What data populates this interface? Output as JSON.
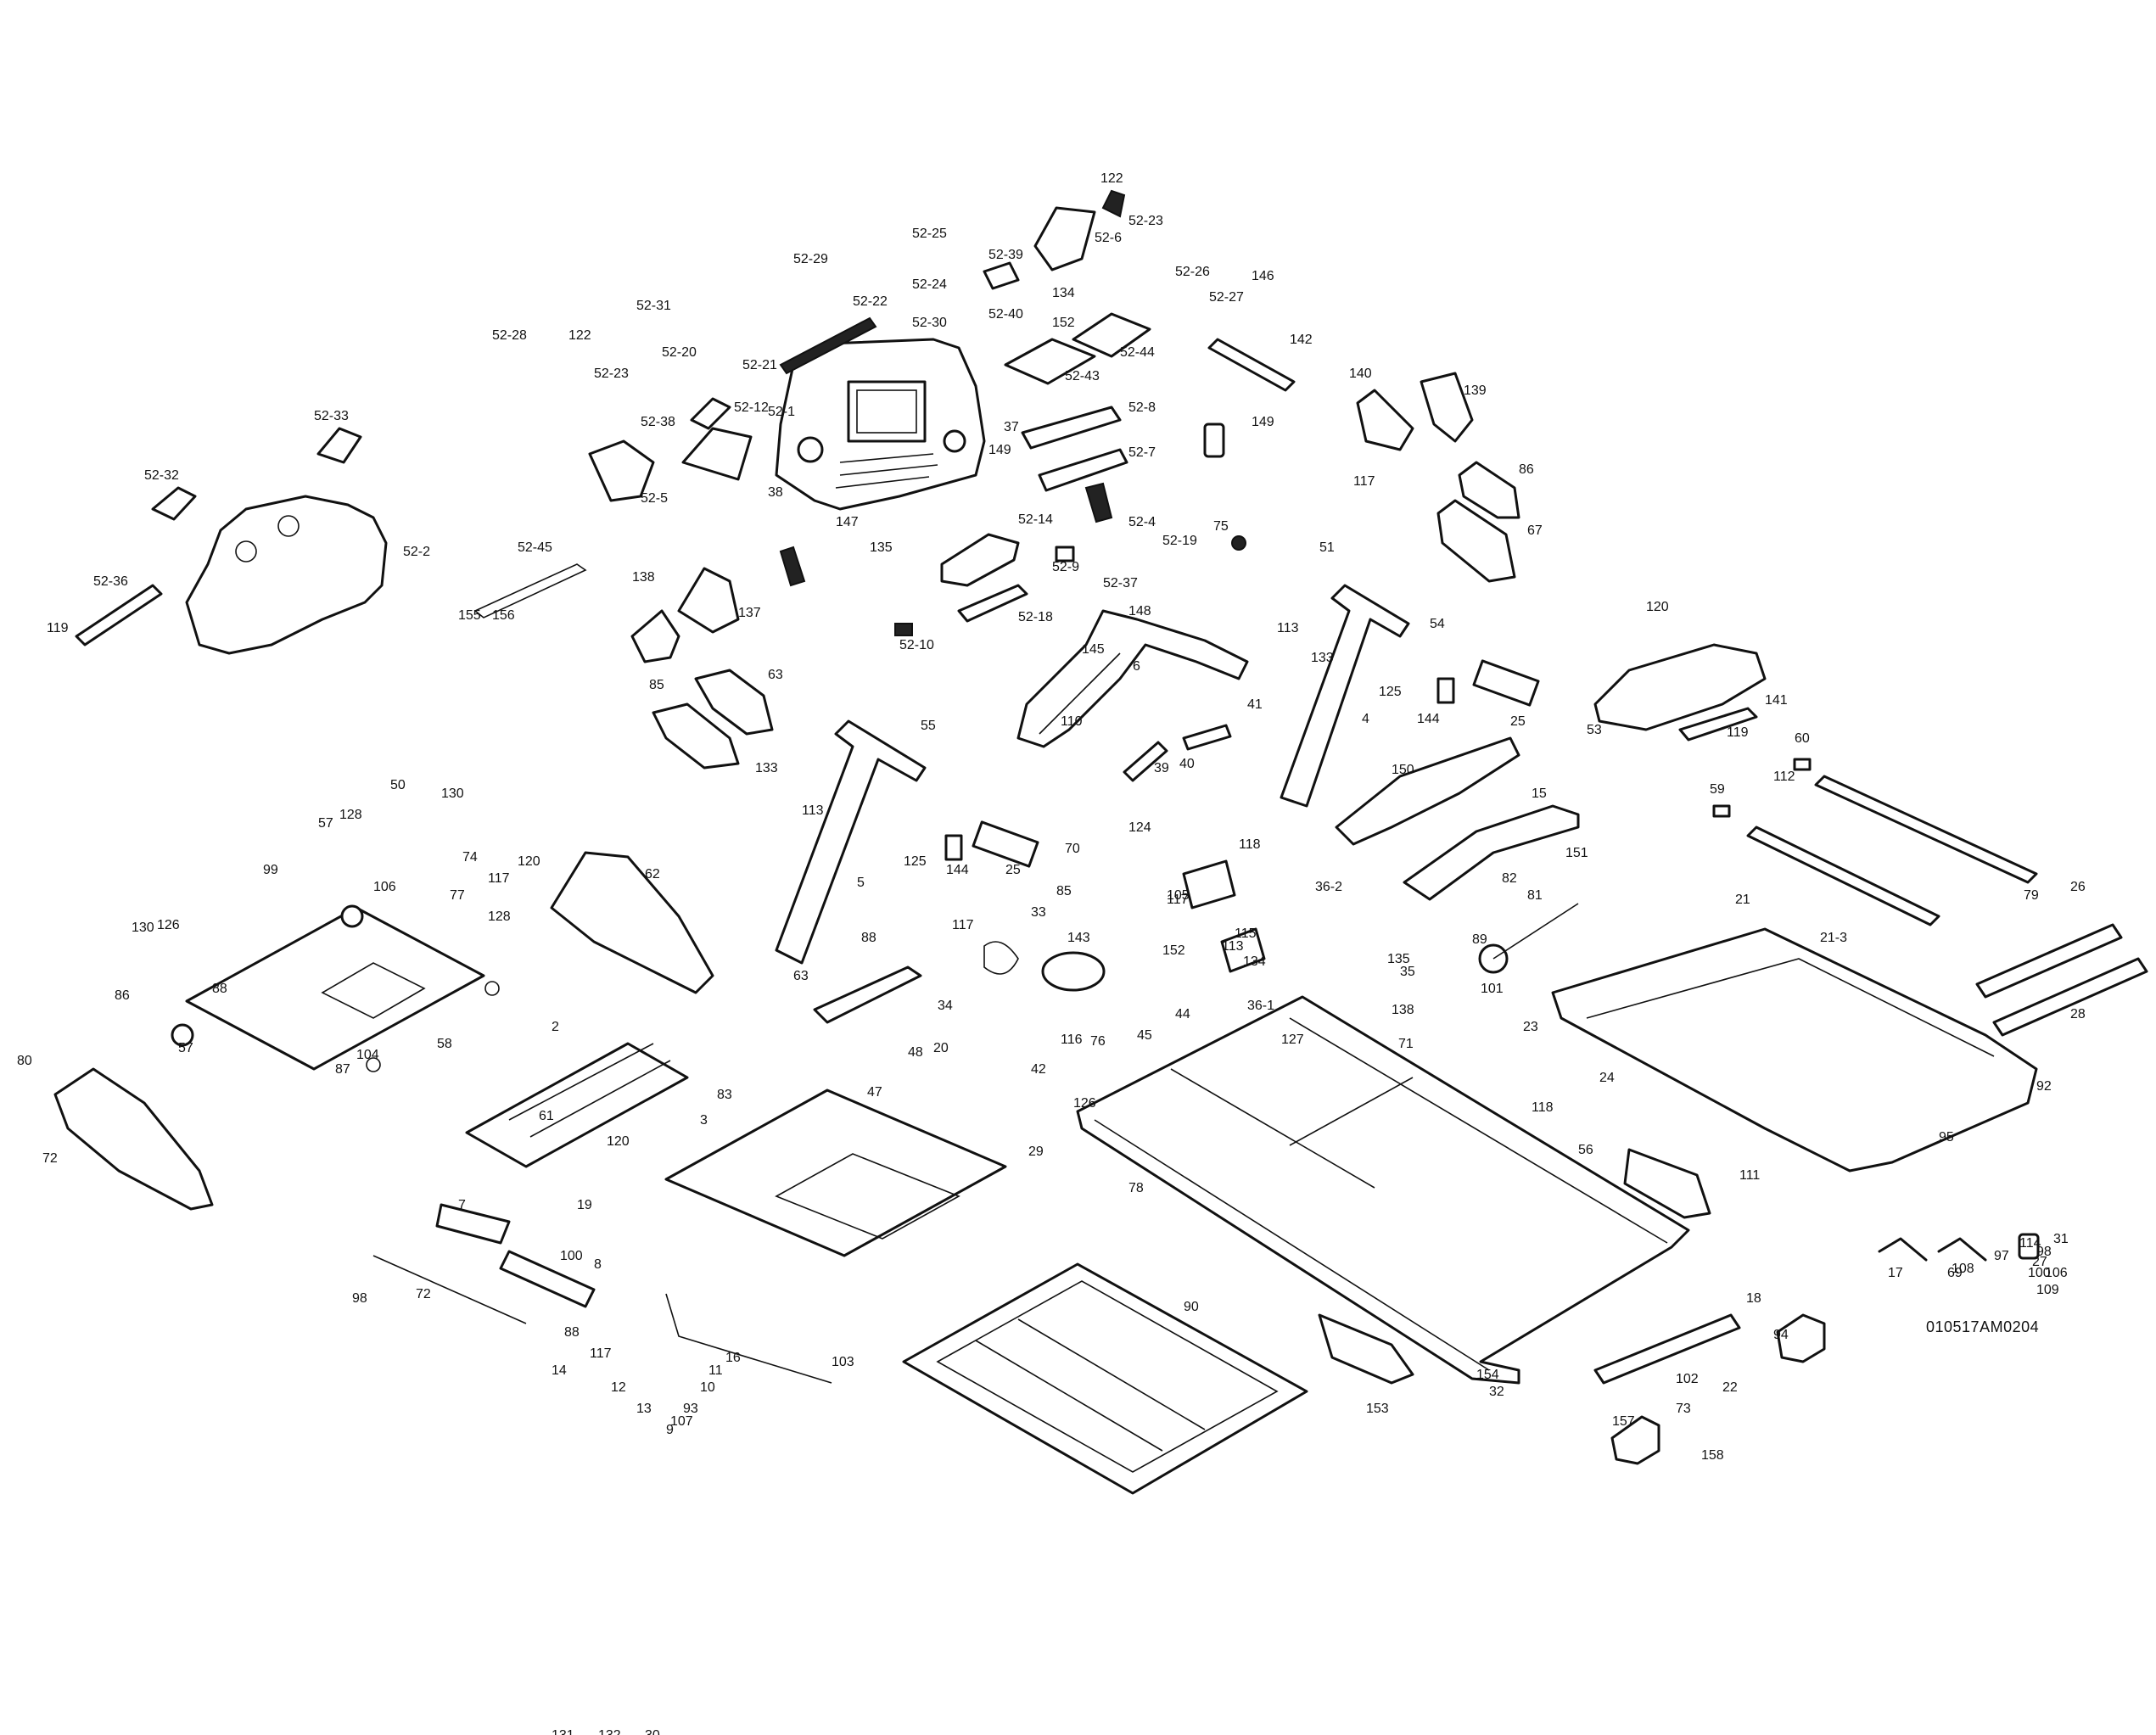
{
  "drawing": {
    "id": "010517AM0204",
    "callouts": [
      "122",
      "52-23",
      "52-6",
      "146",
      "52-25",
      "52-39",
      "52-26",
      "52-27",
      "142",
      "52-29",
      "52-22",
      "52-24",
      "52-30",
      "52-40",
      "52-43",
      "52-44",
      "134",
      "152",
      "52-31",
      "52-20",
      "52-21",
      "52-28",
      "52-23",
      "122",
      "52-33",
      "52-12",
      "52-38",
      "52-5",
      "52-1",
      "37",
      "52-8",
      "52-7",
      "52-4",
      "149",
      "75",
      "140",
      "139",
      "86",
      "67",
      "117",
      "52-32",
      "52-2",
      "52-36",
      "119",
      "52-45",
      "155",
      "156",
      "138",
      "137",
      "63",
      "85",
      "52-14",
      "52-9",
      "52-19",
      "52-37",
      "52-18",
      "52-10",
      "38",
      "135",
      "147",
      "149",
      "51",
      "54",
      "113",
      "133",
      "4",
      "125",
      "144",
      "25",
      "120",
      "53",
      "141",
      "119",
      "6",
      "110",
      "148",
      "145",
      "41",
      "40",
      "39",
      "124",
      "55",
      "5",
      "133",
      "113",
      "125",
      "144",
      "25",
      "150",
      "15",
      "151",
      "36-2",
      "118",
      "117",
      "60",
      "112",
      "59",
      "79",
      "26",
      "28",
      "50",
      "130",
      "128",
      "99",
      "106",
      "57",
      "77",
      "74",
      "128",
      "117",
      "120",
      "62",
      "126",
      "130",
      "86",
      "88",
      "57",
      "87",
      "104",
      "58",
      "2",
      "80",
      "72",
      "120",
      "61",
      "3",
      "83",
      "98",
      "72",
      "100",
      "19",
      "7",
      "8",
      "63",
      "88",
      "143",
      "117",
      "34",
      "20",
      "48",
      "47",
      "70",
      "33",
      "85",
      "105",
      "113",
      "152",
      "134",
      "115",
      "36-1",
      "135",
      "138",
      "35",
      "71",
      "82",
      "81",
      "89",
      "101",
      "21",
      "21-3",
      "92",
      "95",
      "23",
      "24",
      "76",
      "116",
      "45",
      "44",
      "42",
      "127",
      "126",
      "29",
      "78",
      "118",
      "56",
      "111",
      "90",
      "153",
      "32",
      "154",
      "102",
      "73",
      "22",
      "157",
      "158",
      "88",
      "117",
      "12",
      "14",
      "16",
      "11",
      "10",
      "93",
      "13",
      "107",
      "9",
      "103",
      "114",
      "31",
      "27",
      "97",
      "98",
      "108",
      "106",
      "109",
      "94",
      "18",
      "17",
      "69",
      "100",
      "131",
      "132",
      "30"
    ]
  }
}
